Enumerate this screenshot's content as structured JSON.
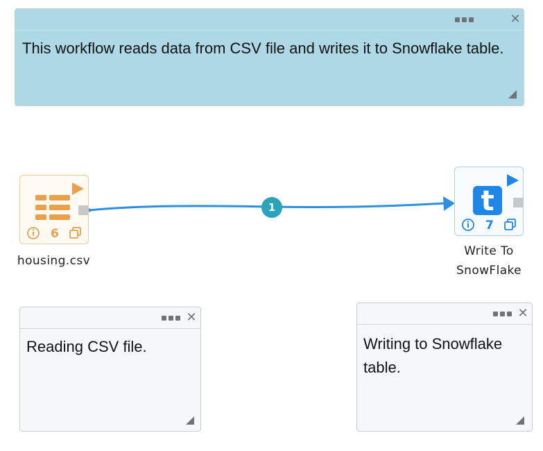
{
  "workflow_annotation": {
    "text": "This workflow reads data from CSV file and writes it to Snowflake table.",
    "close_glyph": "✕",
    "background": "#add8e6"
  },
  "left_annotation": {
    "text": "Reading CSV file.",
    "close_glyph": "✕"
  },
  "right_annotation": {
    "text": "Writing to Snowflake table.",
    "close_glyph": "✕"
  },
  "nodes": {
    "reader": {
      "label": "housing.csv",
      "count": "6",
      "icon": "csv-table-icon",
      "color": "#e8a04a"
    },
    "writer": {
      "label_line1": "Write To",
      "label_line2": "SnowFlake",
      "count": "7",
      "icon": "snowflake-t-icon",
      "color": "#1f86e8"
    }
  },
  "connection": {
    "index": "1",
    "color": "#2d8fe0",
    "badge_color": "#2aa4b8"
  }
}
